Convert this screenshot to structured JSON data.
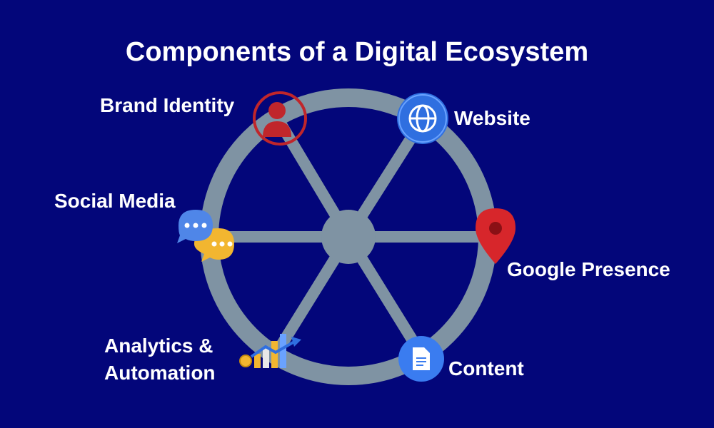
{
  "title": "Components of a Digital Ecosystem",
  "colors": {
    "background": "#03067a",
    "wheel": "#7f93a3",
    "brand_red": "#c0262b",
    "web_blue": "#2f6fe0",
    "pin_red": "#d7262b",
    "doc_blue": "#3a7cf0",
    "chat_blue": "#4f86e8",
    "chat_yellow": "#f2b630"
  },
  "components": [
    {
      "id": "brand-identity",
      "label": "Brand Identity",
      "icon": "person-icon"
    },
    {
      "id": "website",
      "label": "Website",
      "icon": "globe-icon"
    },
    {
      "id": "social-media",
      "label": "Social Media",
      "icon": "chat-bubbles-icon"
    },
    {
      "id": "google-presence",
      "label": "Google Presence",
      "icon": "location-pin-icon"
    },
    {
      "id": "analytics",
      "label": "Analytics &\nAutomation",
      "icon": "growth-chart-icon"
    },
    {
      "id": "content",
      "label": "Content",
      "icon": "document-icon"
    }
  ]
}
